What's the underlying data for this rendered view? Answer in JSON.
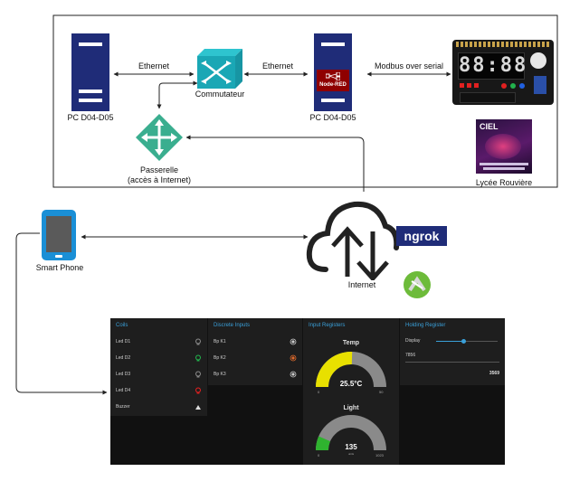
{
  "labels": {
    "ethernet_left": "Ethernet",
    "ethernet_right": "Ethernet",
    "modbus": "Modbus over serial",
    "pc_left": "PC D04-D05",
    "pc_right": "PC D04-D05",
    "switch": "Commutateur",
    "gateway_line1": "Passerelle",
    "gateway_line2": "(accès à Internet)",
    "school": "Lycée Rouvière",
    "smartphone": "Smart Phone",
    "internet": "Internet",
    "ngrok": "ngrok",
    "nodered": "Node-RED",
    "ciel": "CIEL",
    "display_digits": "88:88"
  },
  "dashboard": {
    "coils": {
      "title": "Coils",
      "items": [
        {
          "label": "Led D1",
          "color": "#888888"
        },
        {
          "label": "Led D2",
          "color": "#22b14c"
        },
        {
          "label": "Led D3",
          "color": "#888888"
        },
        {
          "label": "Led D4",
          "color": "#e02020"
        },
        {
          "label": "Buzzer",
          "color": "#dddddd"
        }
      ]
    },
    "discrete": {
      "title": "Discrete Inputs",
      "items": [
        {
          "label": "Bp K1",
          "color": "#cccccc"
        },
        {
          "label": "Bp K2",
          "color": "#e06a2c"
        },
        {
          "label": "Bp K3",
          "color": "#cccccc"
        }
      ]
    },
    "input_registers": {
      "title": "Input Registers",
      "temp": {
        "title": "Temp",
        "value": "25.5°C",
        "min": "0",
        "max": "50",
        "fraction": 0.51,
        "color": "#e8e000",
        "unit": ""
      },
      "light": {
        "title": "Light",
        "value": "135",
        "min": "0",
        "max": "1023",
        "fraction": 0.13,
        "color": "#2fb32f",
        "unit": "units"
      }
    },
    "holding": {
      "title": "Holding Register",
      "display_label": "Display",
      "slider_fraction": 0.45,
      "input_value": "7856",
      "text_value": "3569"
    }
  }
}
